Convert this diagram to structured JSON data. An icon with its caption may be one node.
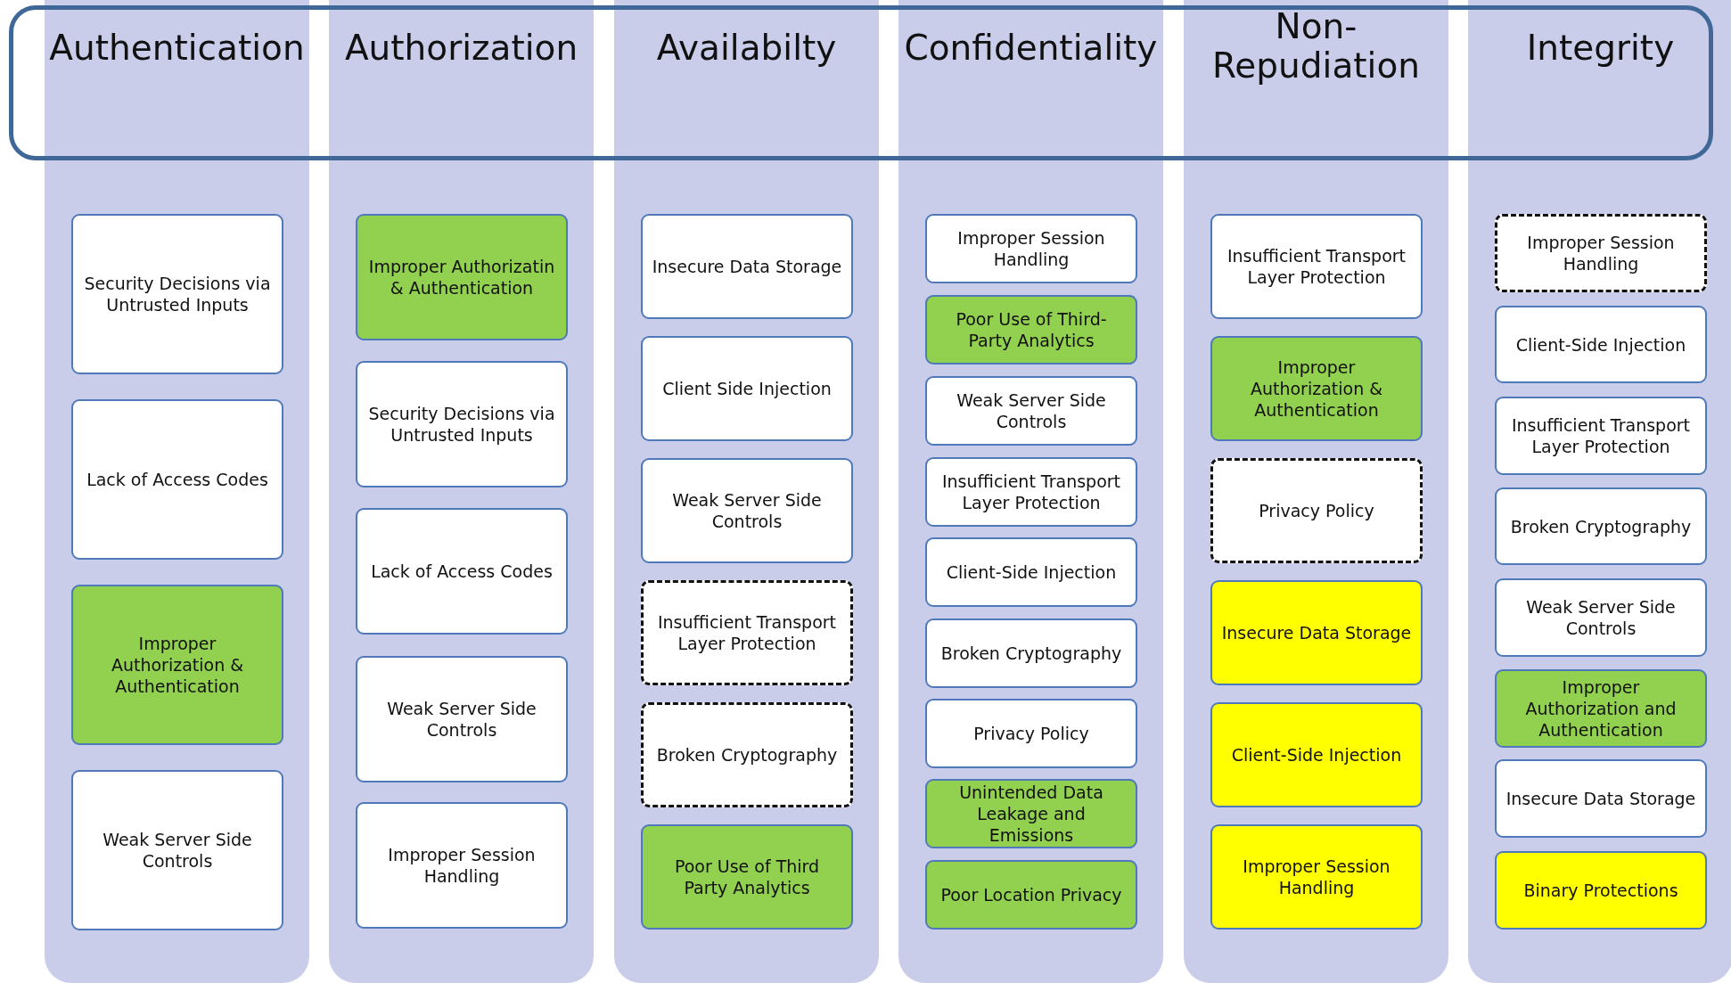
{
  "diagram": {
    "nodes": [
      {
        "text": [
          "Authentication"
        ]
      },
      {
        "text": [
          "Security Decisions via Untrusted Inputs"
        ],
        "in": 0
      },
      {
        "text": [
          "Lack of Access Codes"
        ],
        "in": 0
      },
      {
        "text": [
          "Improper Authorization & Authentication"
        ],
        "in": 0
      },
      {
        "text": [
          "Weak Server Side Controls"
        ],
        "in": 0
      },
      {
        "text": [
          "Authorization"
        ]
      },
      {
        "text": [
          "Improper Authorizatin & Authentication"
        ],
        "in": 5
      },
      {
        "text": [
          "Security Decisions via Untrusted Inputs"
        ],
        "in": 5
      },
      {
        "text": [
          "Lack of Access Codes"
        ],
        "in": 5
      },
      {
        "text": [
          "Weak Server Side Controls"
        ],
        "in": 5
      },
      {
        "text": [
          "Improper Session Handling"
        ],
        "in": 5
      },
      {
        "text": [
          "Availabilty"
        ]
      },
      {
        "text": [
          "Insecure Data Storage"
        ],
        "in": 11
      },
      {
        "text": [
          "Client Side Injection"
        ],
        "in": 11
      },
      {
        "text": [
          "Weak Server Side Controls"
        ],
        "in": 11
      },
      {
        "text": [
          "Insufficient Transport Layer Protection"
        ],
        "in": 11
      },
      {
        "text": [
          "Broken Cryptography"
        ],
        "in": 11
      },
      {
        "text": [
          "Poor Use of Third Party Analytics"
        ],
        "in": 11
      },
      {
        "text": [
          "Confidentiality"
        ]
      },
      {
        "text": [
          "Improper Session Handling"
        ],
        "in": 18
      },
      {
        "text": [
          "Poor Use of Third-Party Analytics"
        ],
        "in": 18
      },
      {
        "text": [
          "Weak Server Side Controls"
        ],
        "in": 18
      },
      {
        "text": [
          "Insufficient Transport Layer Protection"
        ],
        "in": 18
      },
      {
        "text": [
          "Client-Side Injection"
        ],
        "in": 18
      },
      {
        "text": [
          "Broken Cryptography"
        ],
        "in": 18
      },
      {
        "text": [
          "Privacy Policy"
        ],
        "in": 18
      },
      {
        "text": [
          "Unintended Data Leakage and Emissions"
        ],
        "in": 18
      },
      {
        "text": [
          "Poor Location Privacy"
        ],
        "in": 18
      },
      {
        "text": [
          "Non- Repudiation"
        ]
      },
      {
        "text": [
          "Insufficient Transport Layer Protection"
        ],
        "in": 28
      },
      {
        "text": [
          "Improper Authorization & Authentication"
        ],
        "in": 28
      },
      {
        "text": [
          "Privacy Policy"
        ],
        "in": 28
      },
      {
        "text": [
          "Insecure Data Storage"
        ],
        "in": 28
      },
      {
        "text": [
          "Client-Side Injection"
        ],
        "in": 28
      },
      {
        "text": [
          "Improper Session Handling"
        ],
        "in": 28
      },
      {
        "text": [
          "Integrity"
        ]
      },
      {
        "text": [
          "Improper Session Handling"
        ],
        "in": 35
      },
      {
        "text": [
          "Client-Side Injection"
        ],
        "in": 35
      },
      {
        "text": [
          "Insufficient Transport Layer Protection"
        ],
        "in": 35
      },
      {
        "text": [
          "Broken Cryptography"
        ],
        "in": 35
      },
      {
        "text": [
          "Weak Server Side Controls"
        ],
        "in": 35
      },
      {
        "text": [
          "Improper Authorization and Authentication"
        ],
        "in": 35
      },
      {
        "text": [
          "Insecure Data Storage"
        ],
        "in": 35
      },
      {
        "text": [
          "Binary Protections"
        ],
        "in": 35
      }
    ],
    "edges": []
  }
}
